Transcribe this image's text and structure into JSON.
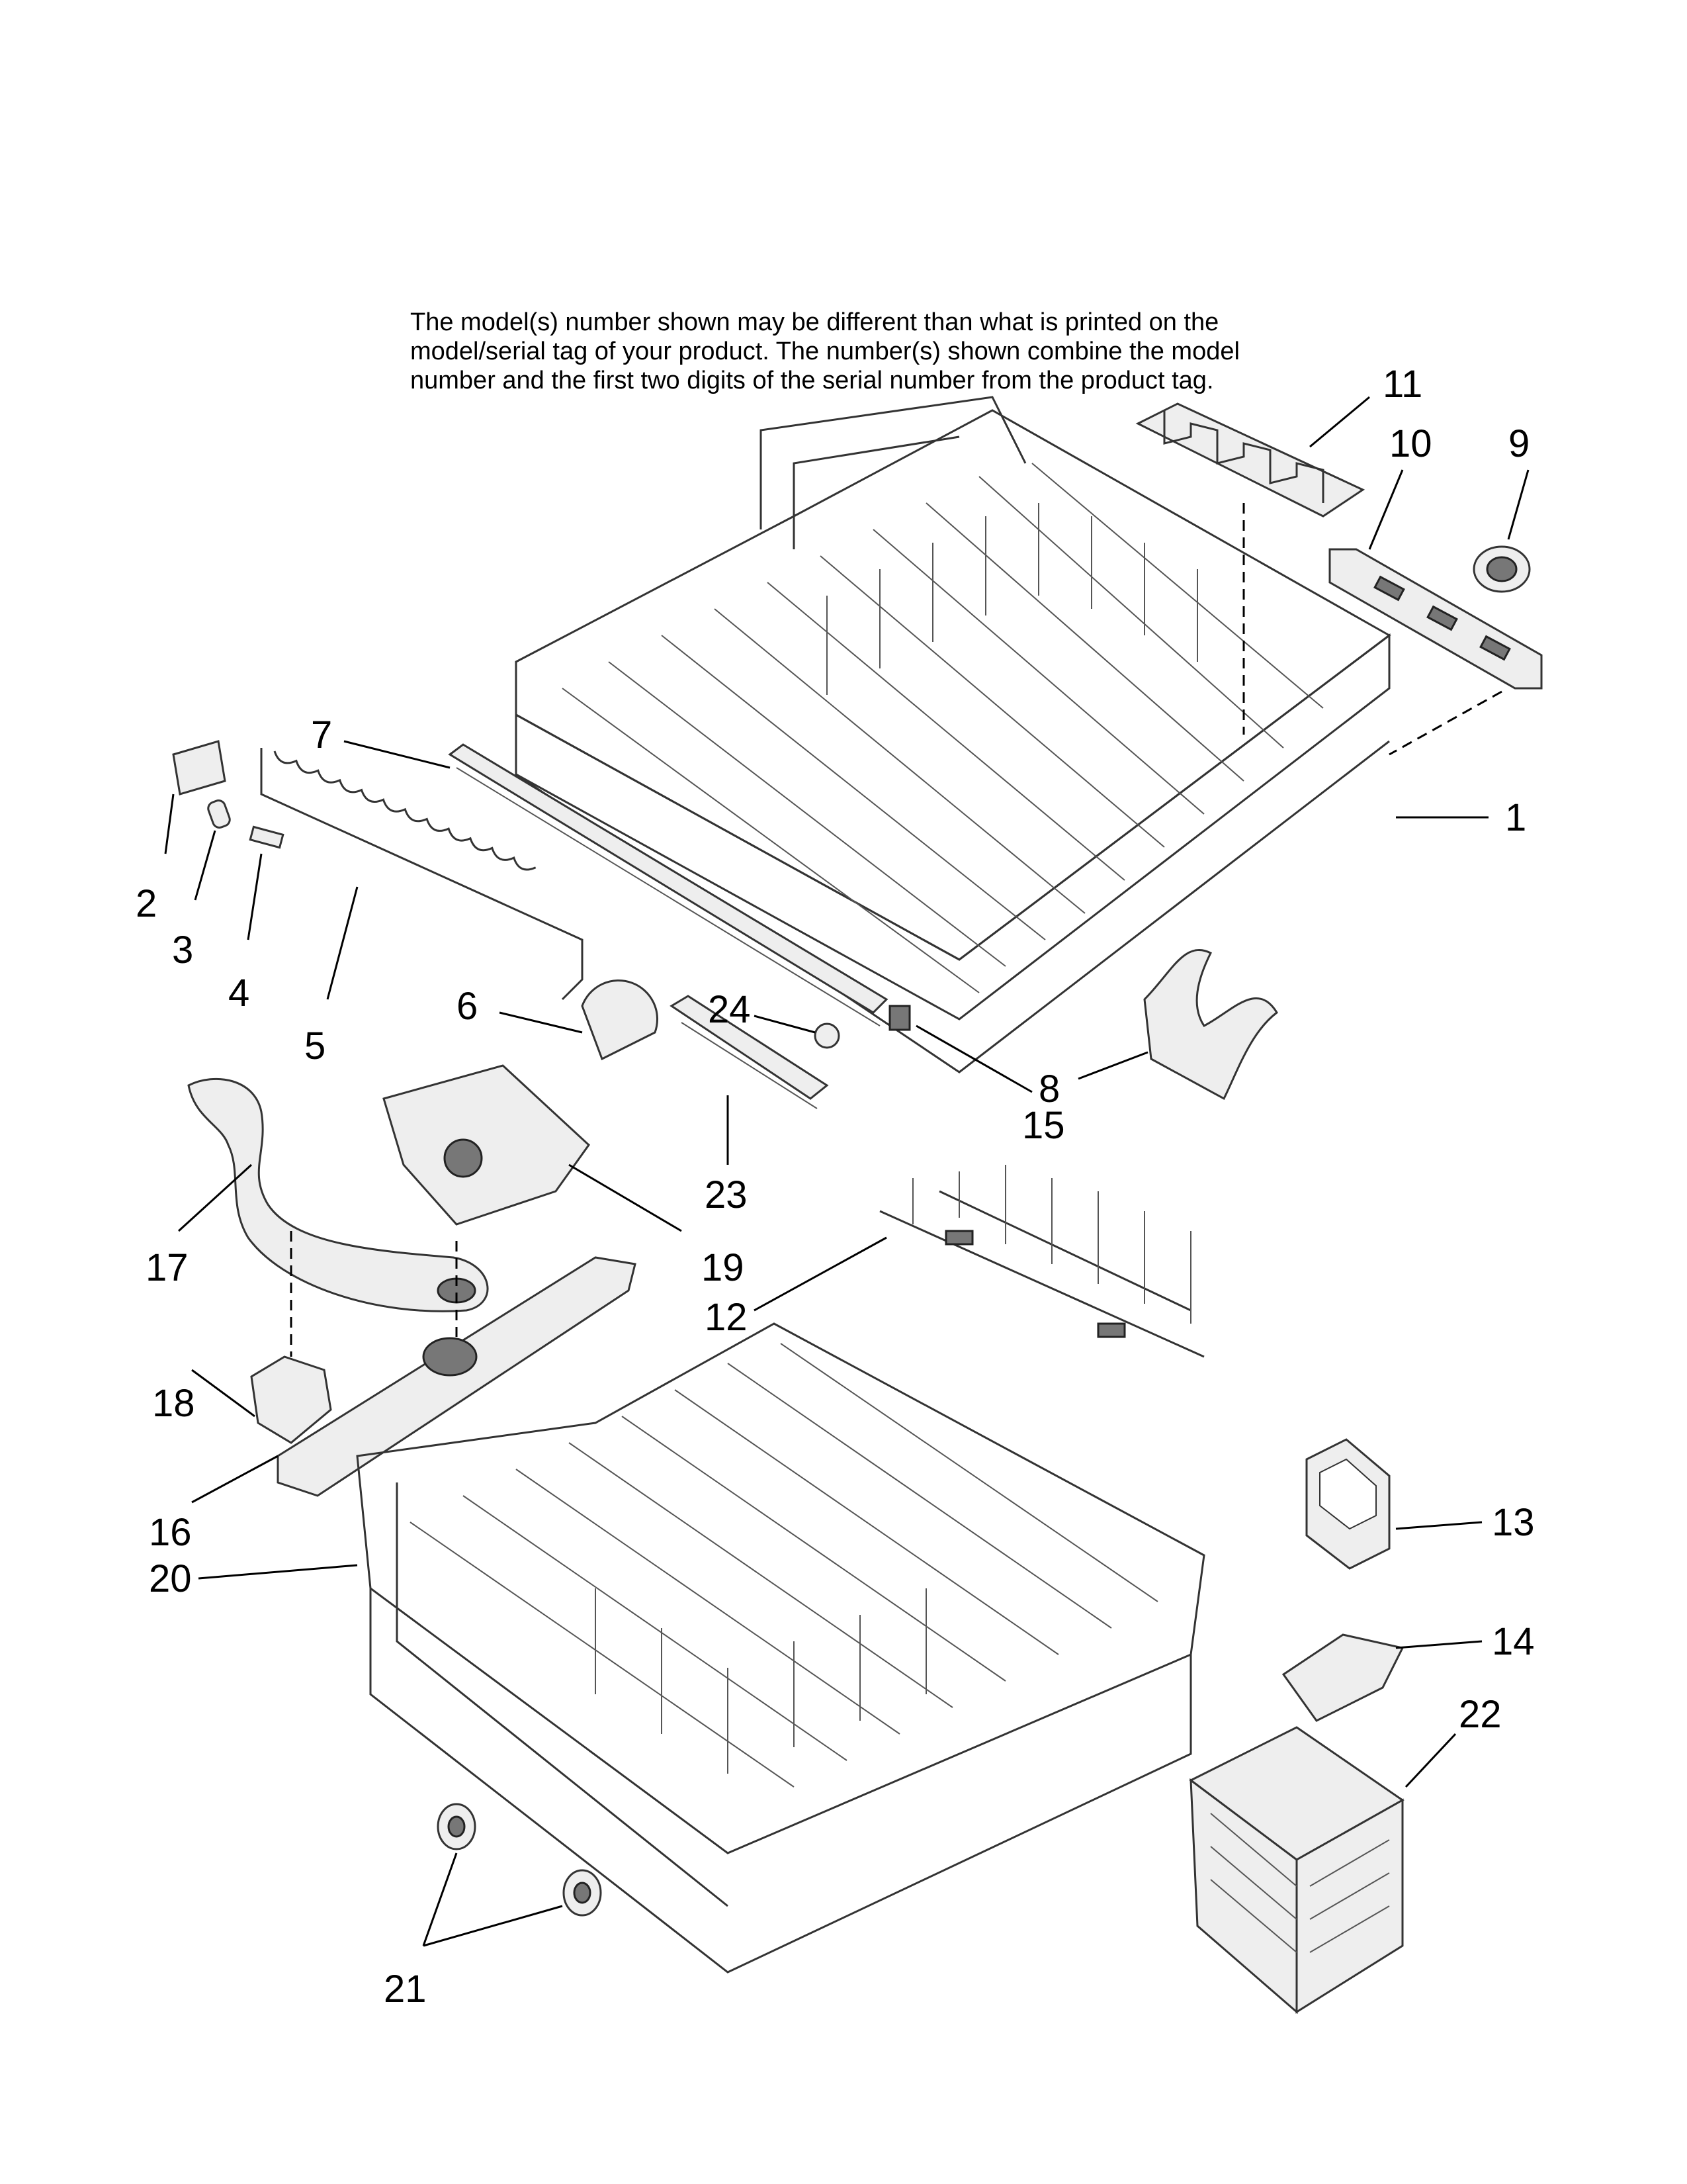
{
  "note_lines": [
    "The model(s) number shown may be different than what is printed on the",
    "model/serial tag of your product. The number(s) shown combine the model",
    "number and the first two digits of the serial number from the product tag."
  ],
  "callouts": [
    {
      "label": "1"
    },
    {
      "label": "2"
    },
    {
      "label": "3"
    },
    {
      "label": "4"
    },
    {
      "label": "5"
    },
    {
      "label": "6"
    },
    {
      "label": "7"
    },
    {
      "label": "8"
    },
    {
      "label": "9"
    },
    {
      "label": "10"
    },
    {
      "label": "11"
    },
    {
      "label": "12"
    },
    {
      "label": "13"
    },
    {
      "label": "14"
    },
    {
      "label": "15"
    },
    {
      "label": "16"
    },
    {
      "label": "17"
    },
    {
      "label": "18"
    },
    {
      "label": "19"
    },
    {
      "label": "20"
    },
    {
      "label": "21"
    },
    {
      "label": "22"
    },
    {
      "label": "23"
    },
    {
      "label": "24"
    }
  ]
}
